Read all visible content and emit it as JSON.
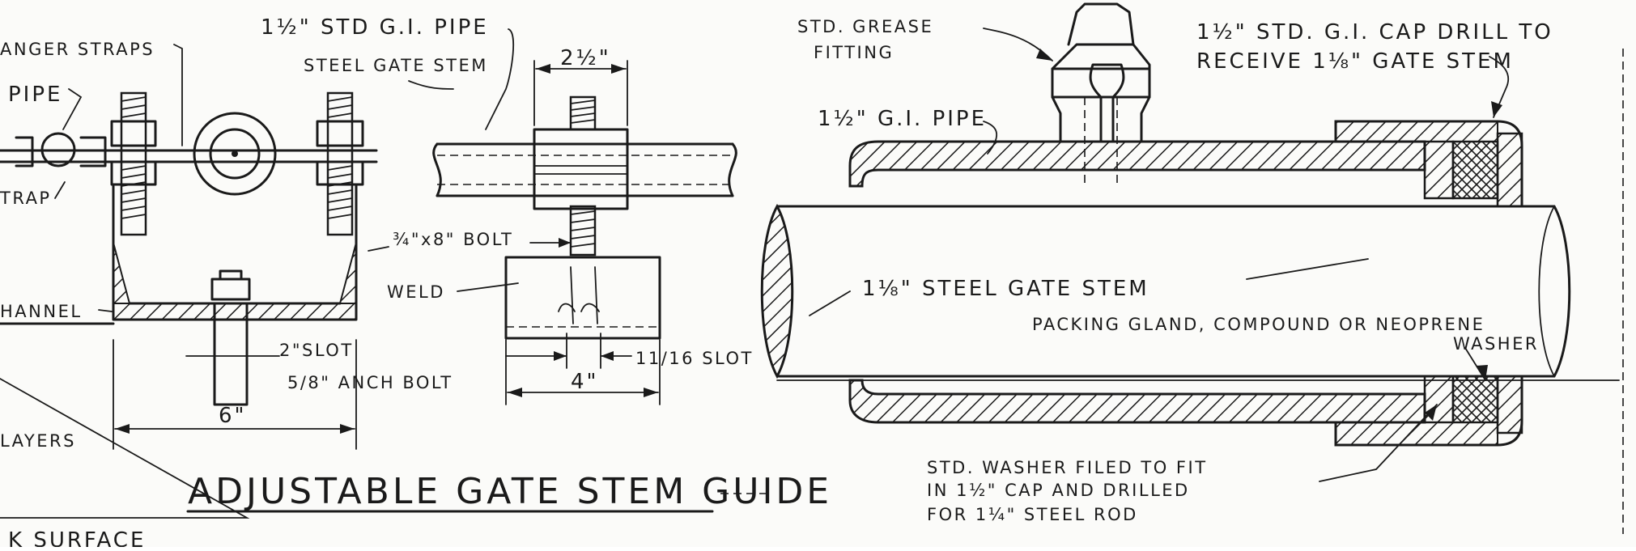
{
  "left_drawing": {
    "labels": {
      "hanger_straps": "ANGER STRAPS",
      "pipe": "PIPE",
      "strap": "TRAP",
      "channel": "HANNEL",
      "layers": "LAYERS",
      "surface": "K SURFACE",
      "slot_2": "2\"SLOT",
      "anchor_bolt": "5/8\" ANCH BOLT",
      "dim_6": "6\""
    }
  },
  "middle_drawing": {
    "labels": {
      "pipe_top": "1½\" STD G.I. PIPE",
      "stem": "STEEL GATE STEM",
      "dim_2half": "2½\"",
      "bolt": "¾\"x8\" BOLT",
      "weld": "WELD",
      "slot_11_16": "11/16 SLOT",
      "dim_4": "4\""
    }
  },
  "title": "ADJUSTABLE GATE STEM GUIDE",
  "right_drawing": {
    "labels": {
      "grease_1": "STD. GREASE",
      "grease_2": "FITTING",
      "cap_1": "1½\" STD. G.I. CAP DRILL TO",
      "cap_2": "RECEIVE 1⅛\" GATE STEM",
      "gi_pipe": "1½\" G.I. PIPE",
      "gate_stem": "1⅛\" STEEL GATE STEM",
      "packing": "PACKING GLAND, COMPOUND OR NEOPRENE",
      "washer": "WASHER",
      "std_washer_1": "STD. WASHER FILED TO FIT",
      "std_washer_2": "IN 1½\" CAP AND DRILLED",
      "std_washer_3": "FOR 1¼\" STEEL ROD"
    }
  }
}
